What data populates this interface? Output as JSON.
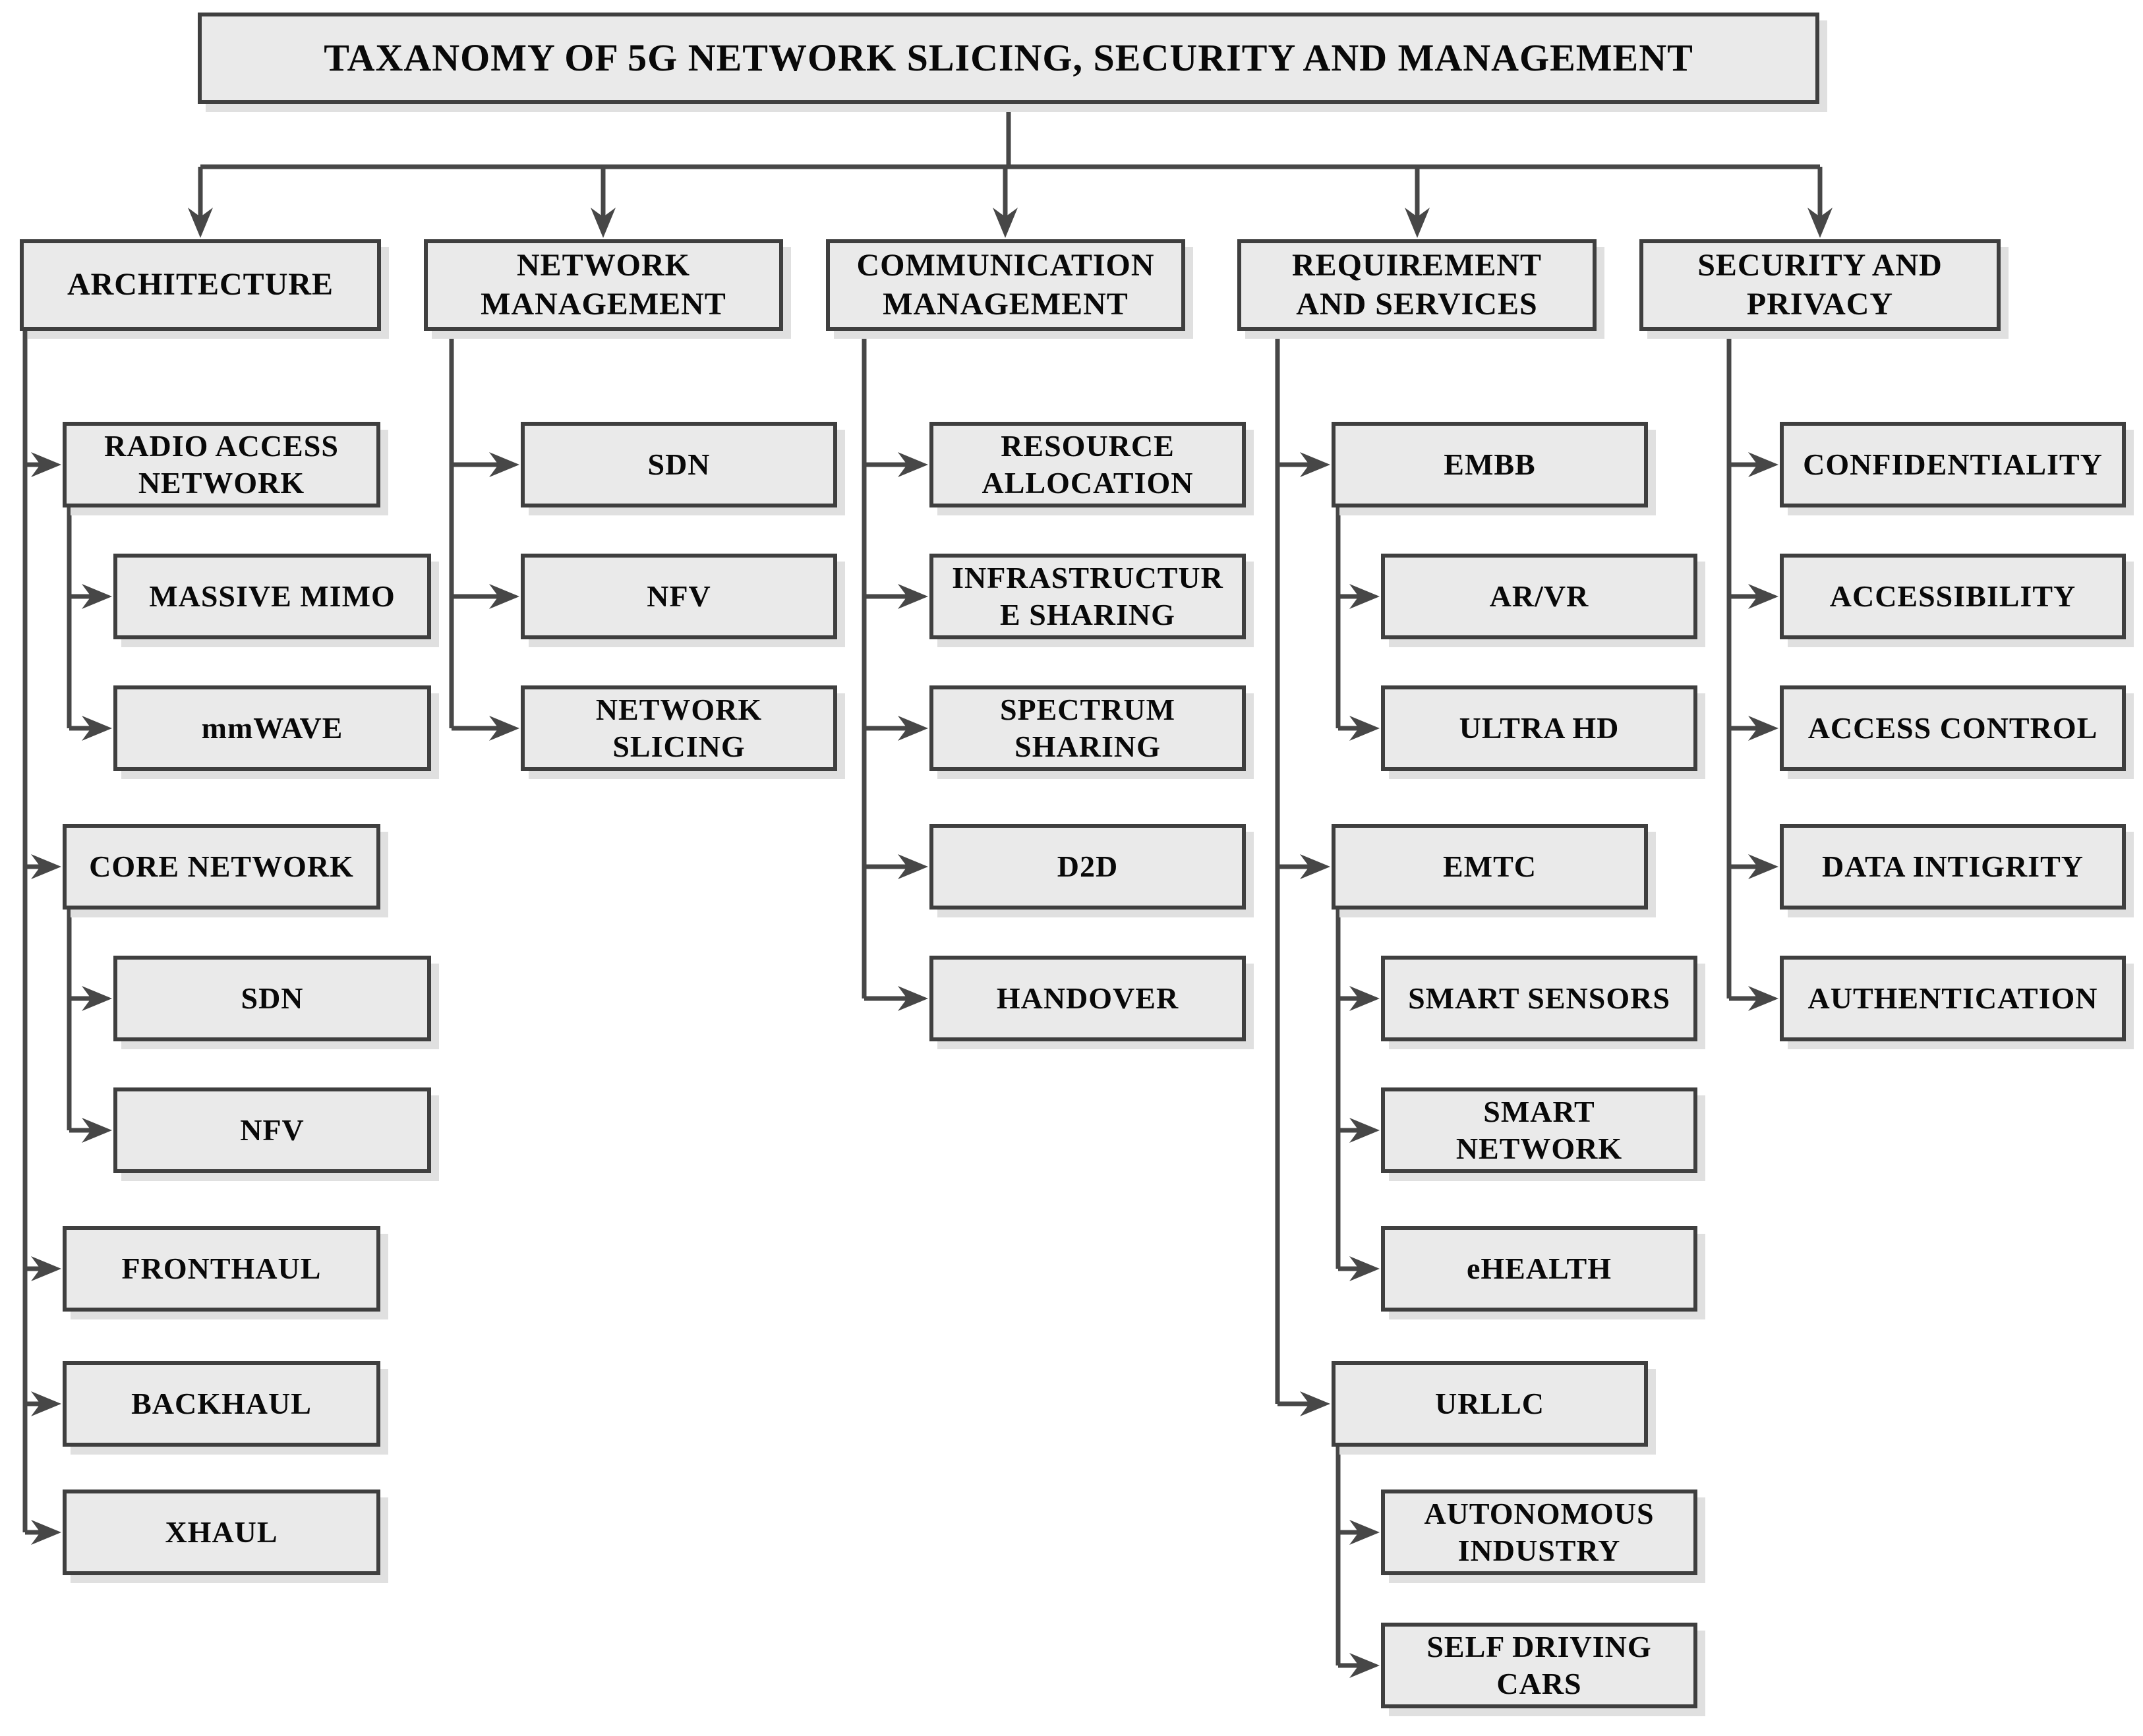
{
  "title": "TAXANOMY OF 5G NETWORK SLICING, SECURITY AND MANAGEMENT",
  "columns": [
    {
      "header": "ARCHITECTURE",
      "children": [
        {
          "label": "RADIO ACCESS\nNETWORK"
        },
        {
          "label": "MASSIVE MIMO"
        },
        {
          "label": "mmWAVE"
        },
        {
          "label": "CORE NETWORK"
        },
        {
          "label": "SDN"
        },
        {
          "label": "NFV"
        },
        {
          "label": "FRONTHAUL"
        },
        {
          "label": "BACKHAUL"
        },
        {
          "label": "XHAUL"
        }
      ]
    },
    {
      "header": "NETWORK\nMANAGEMENT",
      "children": [
        {
          "label": "SDN"
        },
        {
          "label": "NFV"
        },
        {
          "label": "NETWORK\nSLICING"
        }
      ]
    },
    {
      "header": "COMMUNICATION\nMANAGEMENT",
      "children": [
        {
          "label": "RESOURCE\nALLOCATION"
        },
        {
          "label": "INFRASTRUCTUR\nE SHARING"
        },
        {
          "label": "SPECTRUM\nSHARING"
        },
        {
          "label": "D2D"
        },
        {
          "label": "HANDOVER"
        }
      ]
    },
    {
      "header": "REQUIREMENT\nAND SERVICES",
      "children": [
        {
          "label": "EMBB"
        },
        {
          "label": "AR/VR"
        },
        {
          "label": "ULTRA HD"
        },
        {
          "label": "EMTC"
        },
        {
          "label": "SMART SENSORS"
        },
        {
          "label": "SMART\nNETWORK"
        },
        {
          "label": "eHEALTH"
        },
        {
          "label": "URLLC"
        },
        {
          "label": "AUTONOMOUS\nINDUSTRY"
        },
        {
          "label": "SELF DRIVING\nCARS"
        }
      ]
    },
    {
      "header": "SECURITY AND\nPRIVACY",
      "children": [
        {
          "label": "CONFIDENTIALITY"
        },
        {
          "label": "ACCESSIBILITY"
        },
        {
          "label": "ACCESS CONTROL"
        },
        {
          "label": "DATA INTIGRITY"
        },
        {
          "label": "AUTHENTICATION"
        }
      ]
    }
  ],
  "line_color": "#474747",
  "box_fill": "#eaeaea",
  "box_border": "#3f3f3f"
}
